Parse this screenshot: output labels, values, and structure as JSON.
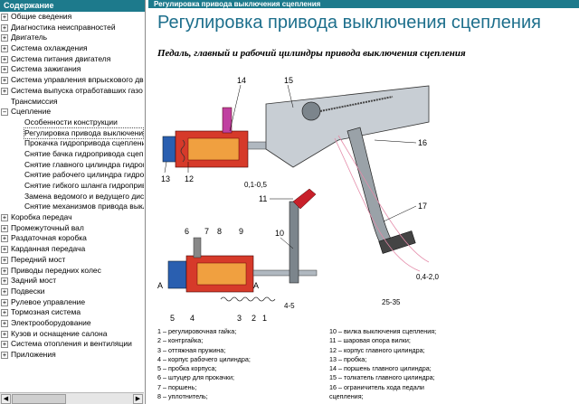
{
  "toc": {
    "title": "Содержание",
    "items": [
      {
        "label": "Общие сведения",
        "expander": "+",
        "child": false
      },
      {
        "label": "Диагностика неисправностей",
        "expander": "+",
        "child": false
      },
      {
        "label": "Двигатель",
        "expander": "+",
        "child": false
      },
      {
        "label": "Система охлаждения",
        "expander": "+",
        "child": false
      },
      {
        "label": "Система питания двигателя",
        "expander": "+",
        "child": false
      },
      {
        "label": "Система зажигания",
        "expander": "+",
        "child": false
      },
      {
        "label": "Система управления впрыскового дв",
        "expander": "+",
        "child": false
      },
      {
        "label": "Система выпуска отработавших газо",
        "expander": "+",
        "child": false
      },
      {
        "label": "Трансмиссия",
        "expander": "",
        "child": false
      },
      {
        "label": "Сцепление",
        "expander": "−",
        "child": false
      },
      {
        "label": "Особенности конструкции",
        "expander": "",
        "child": true
      },
      {
        "label": "Регулировка привода выключени",
        "expander": "",
        "child": true,
        "selected": true
      },
      {
        "label": "Прокачка гидропривода сцеплени",
        "expander": "",
        "child": true
      },
      {
        "label": "Снятие бачка гидропривода сцеп",
        "expander": "",
        "child": true
      },
      {
        "label": "Снятие главного цилиндра гидроп",
        "expander": "",
        "child": true
      },
      {
        "label": "Снятие рабочего цилиндра гидроп",
        "expander": "",
        "child": true
      },
      {
        "label": "Снятие гибкого шланга гидроприв",
        "expander": "",
        "child": true
      },
      {
        "label": "Замена ведомого и ведущего дис",
        "expander": "",
        "child": true
      },
      {
        "label": "Снятие механизмов привода выкл",
        "expander": "",
        "child": true
      },
      {
        "label": "Коробка передач",
        "expander": "+",
        "child": false
      },
      {
        "label": "Промежуточный вал",
        "expander": "+",
        "child": false
      },
      {
        "label": "Раздаточная коробка",
        "expander": "+",
        "child": false
      },
      {
        "label": "Карданная передача",
        "expander": "+",
        "child": false
      },
      {
        "label": "Передний мост",
        "expander": "+",
        "child": false
      },
      {
        "label": "Приводы передних колес",
        "expander": "+",
        "child": false
      },
      {
        "label": "Задний мост",
        "expander": "+",
        "child": false
      },
      {
        "label": "Подвески",
        "expander": "+",
        "child": false
      },
      {
        "label": "Рулевое управление",
        "expander": "+",
        "child": false
      },
      {
        "label": "Тормозная система",
        "expander": "+",
        "child": false
      },
      {
        "label": "Электрооборудование",
        "expander": "+",
        "child": false
      },
      {
        "label": "Кузов и оснащение салона",
        "expander": "+",
        "child": false
      },
      {
        "label": "Система отопления и вентиляции",
        "expander": "+",
        "child": false
      },
      {
        "label": "Приложения",
        "expander": "+",
        "child": false
      }
    ]
  },
  "content": {
    "header": "Регулировка привода выключения сцепления",
    "title": "Регулировка привода выключения сцепления",
    "subtitle": "Педаль, главный и рабочий цилиндры привода выключения сцепления"
  },
  "diagram": {
    "callouts": [
      "14",
      "15",
      "16",
      "13",
      "12",
      "0,1-0,5",
      "11",
      "17",
      "6",
      "7",
      "8",
      "9",
      "10",
      "А",
      "А",
      "5",
      "4",
      "3",
      "2",
      "1",
      "4-5",
      "25-35",
      "0,4-2,0"
    ]
  },
  "legend_left": [
    "1 – регулировочная гайка;",
    "2 – контргайка;",
    "3 – оттяжная пружина;",
    "4 – корпус рабочего цилиндра;",
    "5 – пробка корпуса;",
    "6 – штуцер для прокачки;",
    "7 – поршень;",
    "8 – уплотнитель;"
  ],
  "legend_right": [
    "10 – вилка выключения сцепления;",
    "11 – шаровая опора вилки;",
    "12 – корпус главного цилиндра;",
    "13 – пробка;",
    "14 – поршень главного цилиндра;",
    "15 – толкатель главного цилиндра;",
    "16 – ограничитель хода педали",
    "сцепления;"
  ],
  "colors": {
    "header_bg": "#1d7a8c",
    "title_color": "#1d6f8c",
    "cylinder_red": "#c8202a",
    "cylinder_orange": "#e8902a",
    "pedal_gray": "#9aa2a8"
  }
}
